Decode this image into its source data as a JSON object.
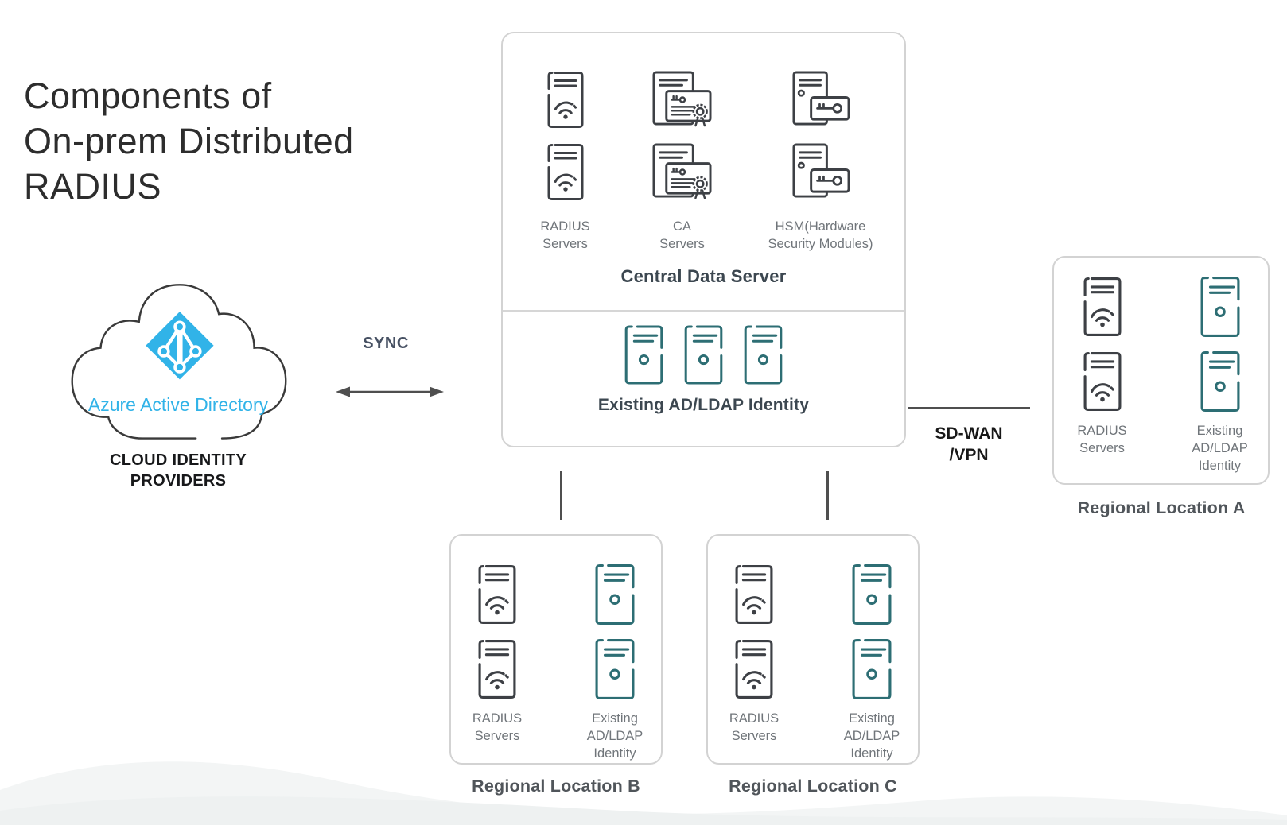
{
  "title": "Components of\nOn-prem Distributed\nRADIUS",
  "cloud": {
    "logo_label": "Azure Active Directory",
    "caption": "CLOUD IDENTITY\nPROVIDERS"
  },
  "sync_label": "SYNC",
  "central": {
    "title": "Central Data Server",
    "groups": [
      {
        "label": "RADIUS\nServers"
      },
      {
        "label": "CA\nServers"
      },
      {
        "label": "HSM(Hardware\nSecurity Modules)"
      }
    ],
    "identity_label": "Existing AD/LDAP Identity"
  },
  "sdwan_label": "SD-WAN\n/VPN",
  "regions": [
    {
      "title": "Regional Location A",
      "radius_label": "RADIUS\nServers",
      "identity_label": "Existing\nAD/LDAP\nIdentity"
    },
    {
      "title": "Regional Location B",
      "radius_label": "RADIUS\nServers",
      "identity_label": "Existing\nAD/LDAP\nIdentity"
    },
    {
      "title": "Regional Location C",
      "radius_label": "RADIUS\nServers",
      "identity_label": "Existing\nAD/LDAP\nIdentity"
    }
  ],
  "icons": {
    "cloud": "cloud-outline-icon",
    "azure_ad": "azure-active-directory-logo",
    "radius_server": "server-tower-wifi-icon",
    "ca_server": "document-certificate-icon",
    "hsm_server": "server-tower-key-icon",
    "identity_server": "server-tower-identity-icon",
    "sync_arrow": "double-headed-arrow-icon"
  },
  "colors": {
    "azure_cyan": "#31b3e8",
    "identity_teal": "#2d6e74",
    "icon_dark": "#3d4045",
    "connector_gray": "#4f4f4f",
    "box_border_gray": "#d3d3d3",
    "heading_slate": "#3c4750",
    "label_gray": "#70757a"
  }
}
